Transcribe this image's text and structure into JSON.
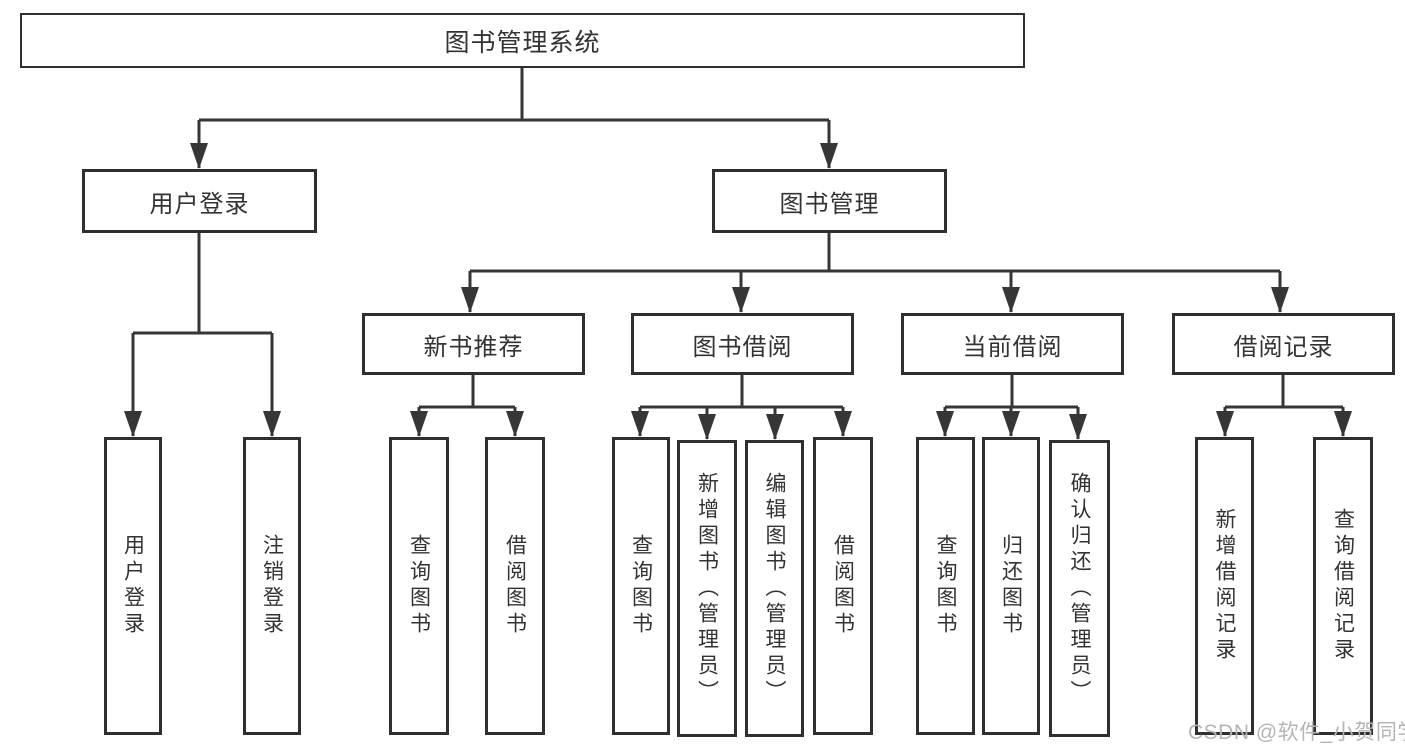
{
  "nodes": {
    "root": {
      "label": "图书管理系统"
    },
    "user_login": {
      "label": "用户登录"
    },
    "book_mgmt": {
      "label": "图书管理"
    },
    "new_book_rec": {
      "label": "新书推荐"
    },
    "book_borrow": {
      "label": "图书借阅"
    },
    "current_borrow": {
      "label": "当前借阅"
    },
    "borrow_record": {
      "label": "借阅记录"
    },
    "leaf_user_login": {
      "label": "用户登录"
    },
    "leaf_logout": {
      "label": "注销登录"
    },
    "leaf_rec_query_book": {
      "label": "查询图书"
    },
    "leaf_rec_borrow_book": {
      "label": "借阅图书"
    },
    "leaf_bb_query_book": {
      "label": "查询图书"
    },
    "leaf_bb_add_book": {
      "label": "新增图书（管理员）"
    },
    "leaf_bb_edit_book": {
      "label": "编辑图书（管理员）"
    },
    "leaf_bb_borrow_book": {
      "label": "借阅图书"
    },
    "leaf_cb_query_book": {
      "label": "查询图书"
    },
    "leaf_cb_return_book": {
      "label": "归还图书"
    },
    "leaf_cb_confirm_return": {
      "label": "确认归还（管理员）"
    },
    "leaf_br_add_record": {
      "label": "新增借阅记录"
    },
    "leaf_br_query_record": {
      "label": "查询借阅记录"
    }
  },
  "watermark": {
    "text": "CSDN @软件_小贺同学"
  },
  "colors": {
    "line": "#363636",
    "box_border": "#2f2f2f",
    "text": "#333333",
    "watermark": "#b5b5b5",
    "background": "#ffffff"
  }
}
